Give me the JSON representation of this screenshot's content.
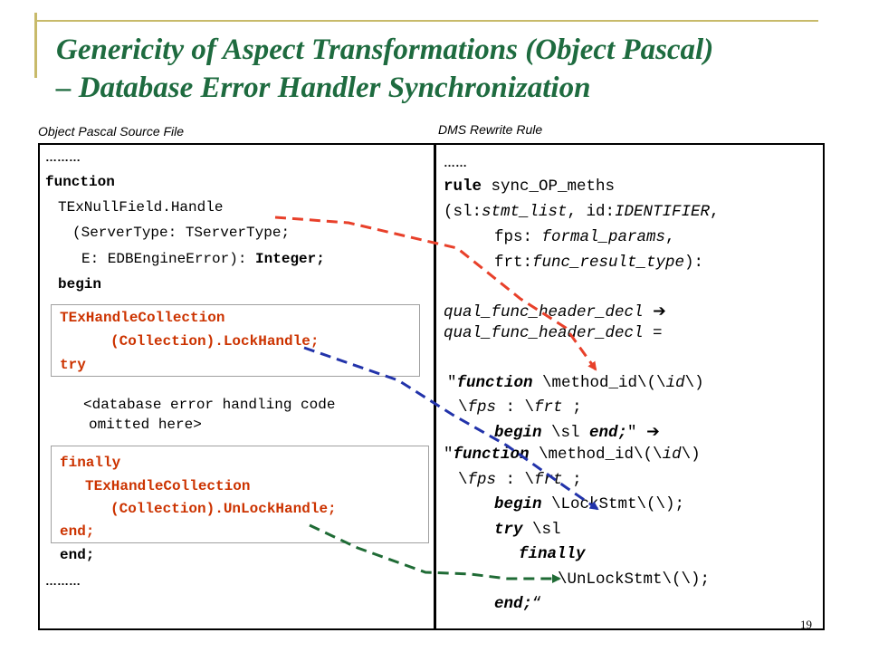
{
  "title": {
    "line1": "Genericity of Aspect Transformations (Object Pascal)",
    "line2": "– Database Error Handler Synchronization"
  },
  "labels": {
    "left": "Object Pascal Source File",
    "right": "DMS Rewrite Rule"
  },
  "left_code": {
    "ellipsis_top": "………",
    "function_kw": "function",
    "method_name": "TExNullField.Handle",
    "params1": "(ServerType: TServerType;",
    "params2_pre": "E: EDBEngineError): ",
    "params2_type": "Integer;",
    "begin": "begin",
    "box1_line1": "TExHandleCollection",
    "box1_line2": "(Collection).LockHandle;",
    "box1_line3": "try",
    "omitted1": "<database error handling code",
    "omitted2": "omitted here>",
    "box2_line1": "finally",
    "box2_line2": "TExHandleCollection",
    "box2_line3": "(Collection).UnLockHandle;",
    "box2_line4": "end;",
    "end": "end;",
    "ellipsis_bottom": "………"
  },
  "right_code": {
    "ellipsis_top": "……",
    "rule_kw": "rule",
    "rule_name": " sync_OP_meths",
    "sig1_a": "(sl:",
    "sig1_b": "stmt_list",
    "sig1_c": ", id:",
    "sig1_d": "IDENTIFIER",
    "sig1_e": ",",
    "sig2_a": "fps: ",
    "sig2_b": "formal_params",
    "sig2_c": ",",
    "sig3_a": "frt:",
    "sig3_b": "func_result_type",
    "sig3_c": "):",
    "qual1": "qual_func_header_decl",
    "qual2": "qual_func_header_decl =",
    "pat1_a": "\"",
    "pat1_b": "function",
    "pat1_c": " \\method_id\\(\\",
    "pat1_d": "id",
    "pat1_e": "\\)",
    "pat2_a": "\\",
    "pat2_b": "fps",
    "pat2_c": " : \\",
    "pat2_d": "frt",
    "pat2_e": " ;",
    "pat3_a": "begin",
    "pat3_b": " \\sl ",
    "pat3_c": "end;",
    "pat3_d": "\"",
    "rep1_a": "\"",
    "rep1_b": "function",
    "rep1_c": " \\method_id\\(\\",
    "rep1_d": "id",
    "rep1_e": "\\)",
    "rep2_a": "\\",
    "rep2_b": "fps",
    "rep2_c": " : \\",
    "rep2_d": "frt",
    "rep2_e": " ;",
    "rep3_a": "begin",
    "rep3_b": " \\LockStmt\\(\\);",
    "rep4_a": "try",
    "rep4_b": " \\sl",
    "rep5": "finally",
    "rep6": "\\UnLockStmt\\(\\);",
    "rep7_a": "end;",
    "rep7_b": "“"
  },
  "arrow_glyph": "➔",
  "colors": {
    "title": "#1e6b3f",
    "keyword_red": "#cc3300",
    "arrow_red": "#e8402a",
    "arrow_blue": "#2233aa",
    "arrow_green": "#1f6b35",
    "deco": "#c8ba6a"
  },
  "page_number": "19"
}
